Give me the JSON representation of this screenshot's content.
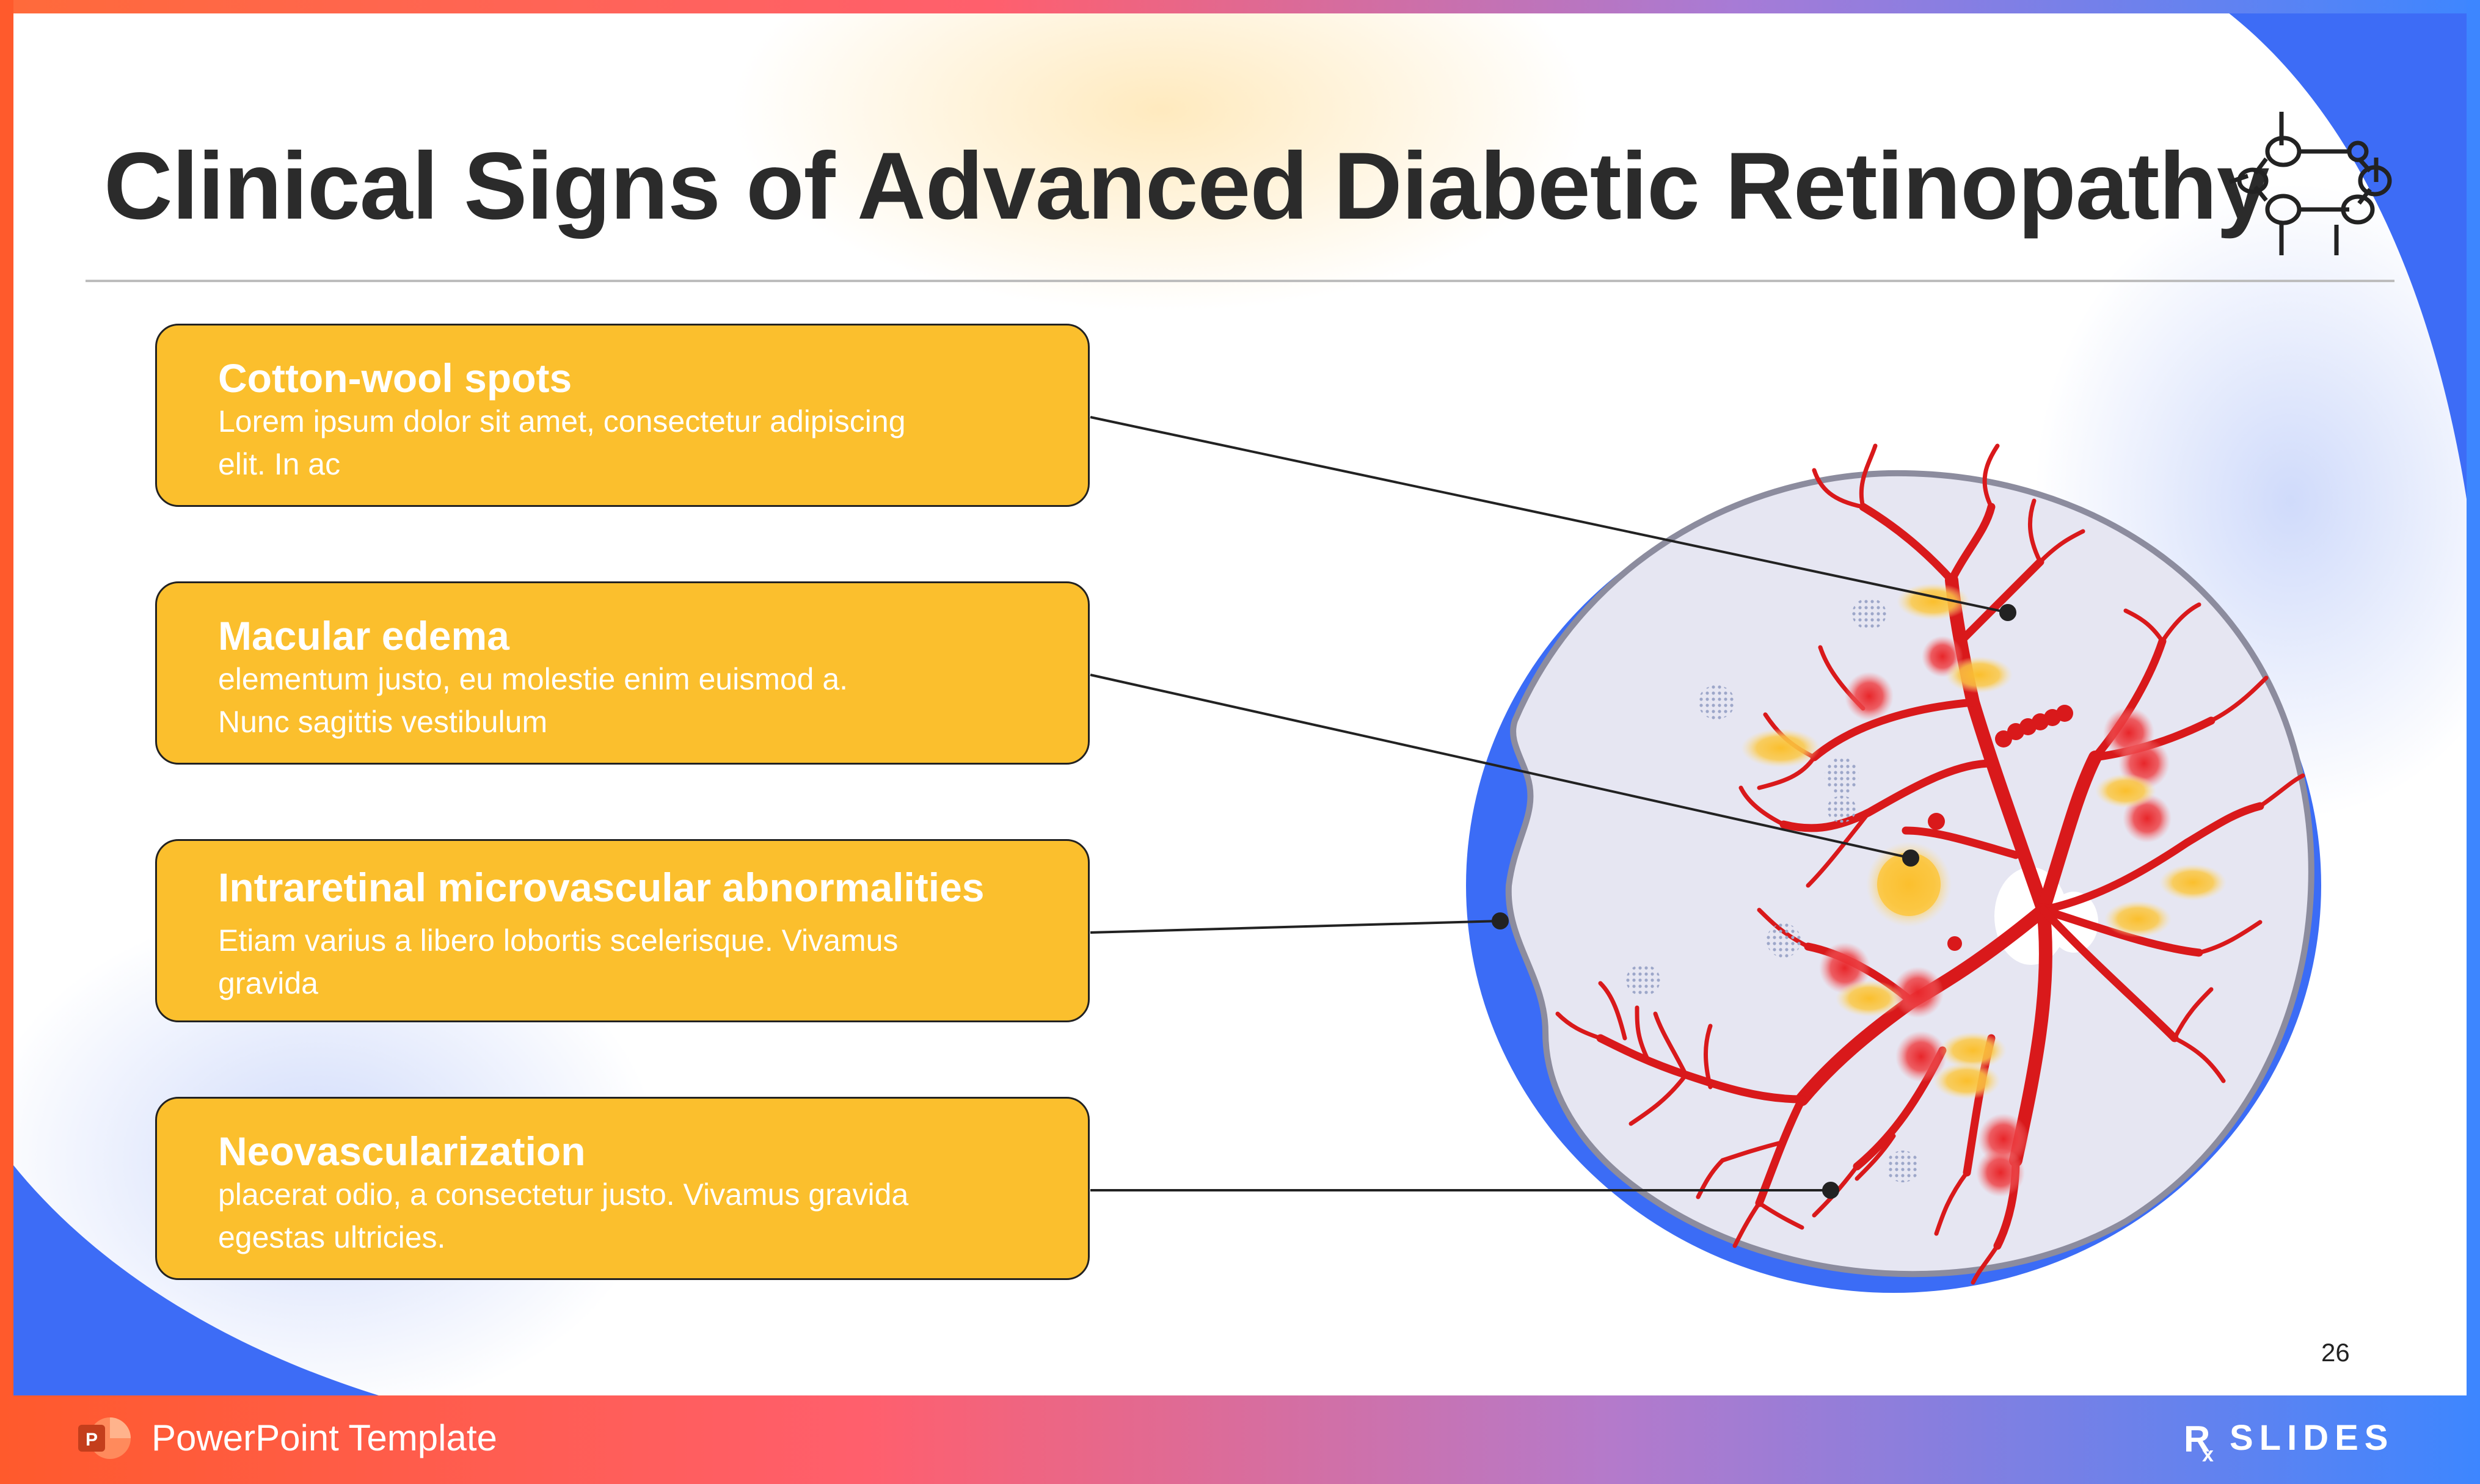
{
  "slide": {
    "title": "Clinical Signs of Advanced Diabetic Retinopathy",
    "page_number": "26"
  },
  "cards": [
    {
      "title": "Cotton-wool spots",
      "text": "Lorem ipsum dolor sit amet, consectetur adipiscing elit. In ac"
    },
    {
      "title": "Macular edema",
      "text": "elementum justo, eu molestie enim euismod a. Nunc sagittis vestibulum"
    },
    {
      "title": "Intraretinal microvascular abnormalities",
      "text": "Etiam varius a libero lobortis scelerisque. Vivamus gravida"
    },
    {
      "title": "Neovascularization",
      "text": "placerat odio, a consectetur justo. Vivamus gravida egestas ultricies."
    }
  ],
  "footer": {
    "label": "PowerPoint Template",
    "brand": "SLIDES",
    "brand_prefix": "R"
  },
  "colors": {
    "card_fill": "#fbbf2d",
    "eye_border": "#3b6cf6",
    "retina": "#e6e6f2",
    "vessel": "#d9191b",
    "exudate": "#fbbf2d",
    "footer_gradient": [
      "#ff6a3a",
      "#ff5f6d",
      "#a77bd6",
      "#3d86ff"
    ]
  },
  "icons": {
    "header": "molecule-icon",
    "footer_app": "powerpoint-icon",
    "brand": "rx-slides-logo"
  }
}
